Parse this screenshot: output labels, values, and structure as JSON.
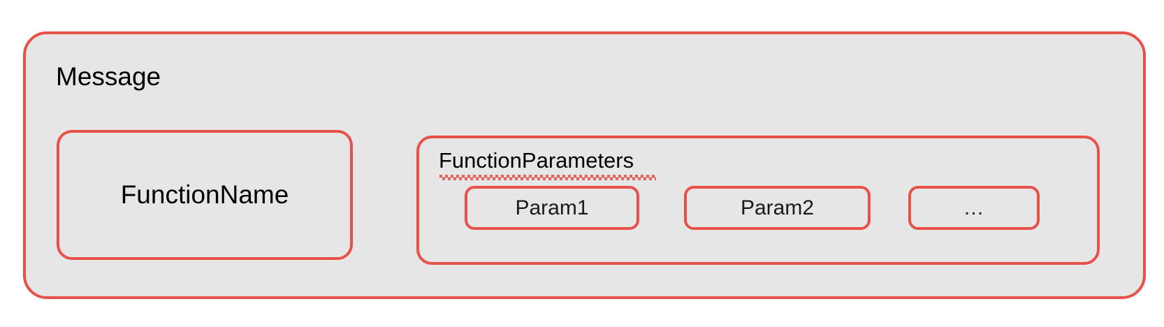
{
  "diagram": {
    "type": "nested-box-diagram",
    "background_color": "#ffffff",
    "box_fill_color": "#e6e6e6",
    "box_border_color": "#e8514a",
    "text_color": "#000000",
    "message": {
      "title": "Message",
      "function_name": {
        "label": "FunctionName"
      },
      "function_parameters": {
        "title": "FunctionParameters",
        "spellcheck_underline": true,
        "spellcheck_underline_color": "#e8514a",
        "params": [
          {
            "label": "Param1"
          },
          {
            "label": "Param2"
          },
          {
            "label": "…"
          }
        ]
      }
    }
  }
}
